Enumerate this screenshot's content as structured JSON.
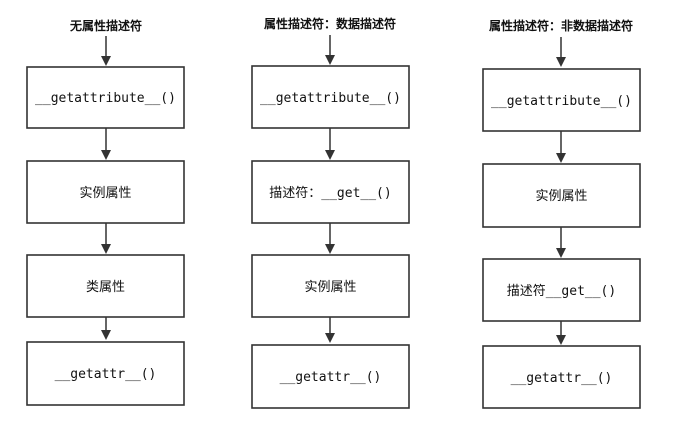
{
  "columns": [
    {
      "title": "无属性描述符",
      "boxes": [
        "__getattribute__()",
        "实例属性",
        "类属性",
        "__getattr__()"
      ]
    },
    {
      "title": "属性描述符：数据描述符",
      "boxes": [
        "__getattribute__()",
        "描述符：__get__()",
        "实例属性",
        "__getattr__()"
      ]
    },
    {
      "title": "属性描述符：非数据描述符",
      "boxes": [
        "__getattribute__()",
        "实例属性",
        "描述符__get__()",
        "__getattr__()"
      ]
    }
  ],
  "colors": {
    "stroke": "#333333",
    "text": "#111111",
    "background": "#ffffff"
  }
}
